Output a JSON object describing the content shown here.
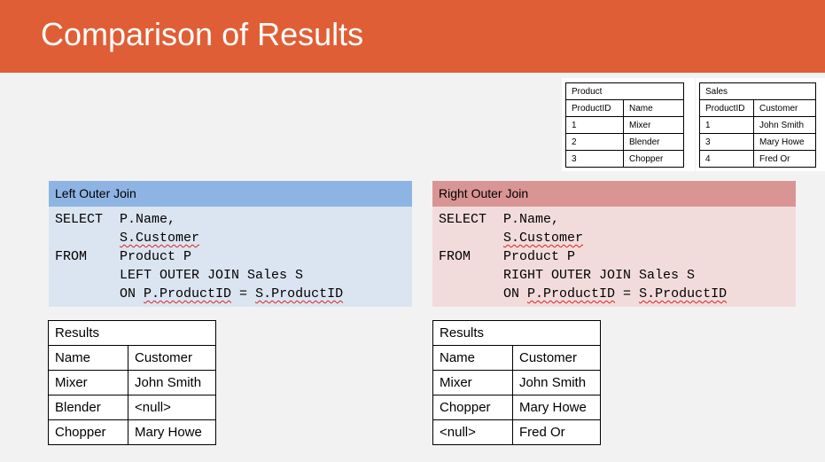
{
  "slide": {
    "title": "Comparison of Results"
  },
  "product_table": {
    "caption": "Product",
    "headers": [
      "ProductID",
      "Name"
    ],
    "rows": [
      [
        "1",
        "Mixer"
      ],
      [
        "2",
        "Blender"
      ],
      [
        "3",
        "Chopper"
      ]
    ]
  },
  "sales_table": {
    "caption": "Sales",
    "headers": [
      "ProductID",
      "Customer"
    ],
    "rows": [
      [
        "1",
        "John Smith"
      ],
      [
        "3",
        "Mary Howe"
      ],
      [
        "4",
        "Fred Or"
      ]
    ]
  },
  "left_join": {
    "heading": "Left Outer Join",
    "header_color": "#8eb4e3",
    "body_color": "#dbe5f1",
    "code": {
      "l1_kw": "SELECT",
      "l1_a": "P.Name,",
      "l2_a": "S.Customer",
      "l3_kw": "FROM",
      "l3_a": "Product P",
      "l4_a": "LEFT OUTER JOIN Sales S",
      "l5_a": "ON ",
      "l5_b": "P.ProductID",
      "l5_c": " = ",
      "l5_d": "S.ProductID"
    },
    "results": {
      "caption": "Results",
      "headers": [
        "Name",
        "Customer"
      ],
      "rows": [
        [
          "Mixer",
          "John Smith"
        ],
        [
          "Blender",
          "<null>"
        ],
        [
          "Chopper",
          "Mary Howe"
        ]
      ]
    }
  },
  "right_join": {
    "heading": "Right Outer Join",
    "header_color": "#d99594",
    "body_color": "#f2dcdb",
    "code": {
      "l1_kw": "SELECT",
      "l1_a": "P.Name,",
      "l2_a": "S.Customer",
      "l3_kw": "FROM",
      "l3_a": "Product P",
      "l4_a": "RIGHT OUTER JOIN Sales S",
      "l5_a": "ON ",
      "l5_b": "P.ProductID",
      "l5_c": " = ",
      "l5_d": "S.ProductID"
    },
    "results": {
      "caption": "Results",
      "headers": [
        "Name",
        "Customer"
      ],
      "rows": [
        [
          "Mixer",
          "John Smith"
        ],
        [
          "Chopper",
          "Mary Howe"
        ],
        [
          "<null>",
          "Fred Or"
        ]
      ]
    }
  },
  "colors": {
    "title_bar": "#e05e35",
    "background": "#f2f2f2"
  }
}
